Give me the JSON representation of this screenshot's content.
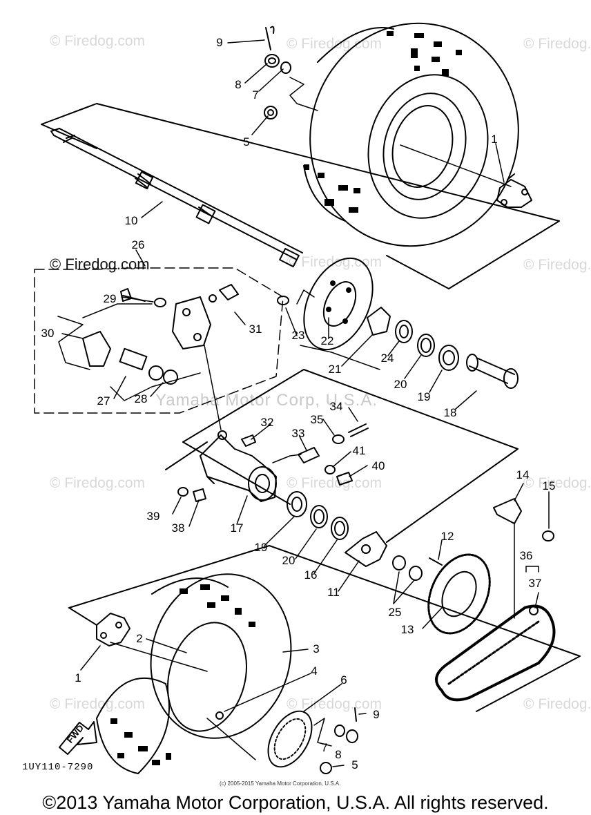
{
  "watermarks": {
    "firedog": "© Firedog.com",
    "yamaha_ghost": "Yamaha Motor Corp, U.S.A."
  },
  "callouts": [
    "1",
    "2",
    "3",
    "4",
    "5",
    "6",
    "7",
    "8",
    "9",
    "10",
    "11",
    "12",
    "13",
    "14",
    "15",
    "16",
    "17",
    "18",
    "19",
    "20",
    "21",
    "22",
    "23",
    "24",
    "25",
    "26",
    "27",
    "28",
    "29",
    "30",
    "31",
    "32",
    "33",
    "34",
    "35",
    "36",
    "37",
    "38",
    "39",
    "40",
    "41"
  ],
  "diagram_code": "1UY110-7290",
  "fwd_label": "FWD",
  "small_copyright": "(c) 2005-2015 Yamaha Motor Corporation, U.S.A.",
  "footer_copyright": "©2013 Yamaha Motor Corporation, U.S.A. All rights reserved."
}
